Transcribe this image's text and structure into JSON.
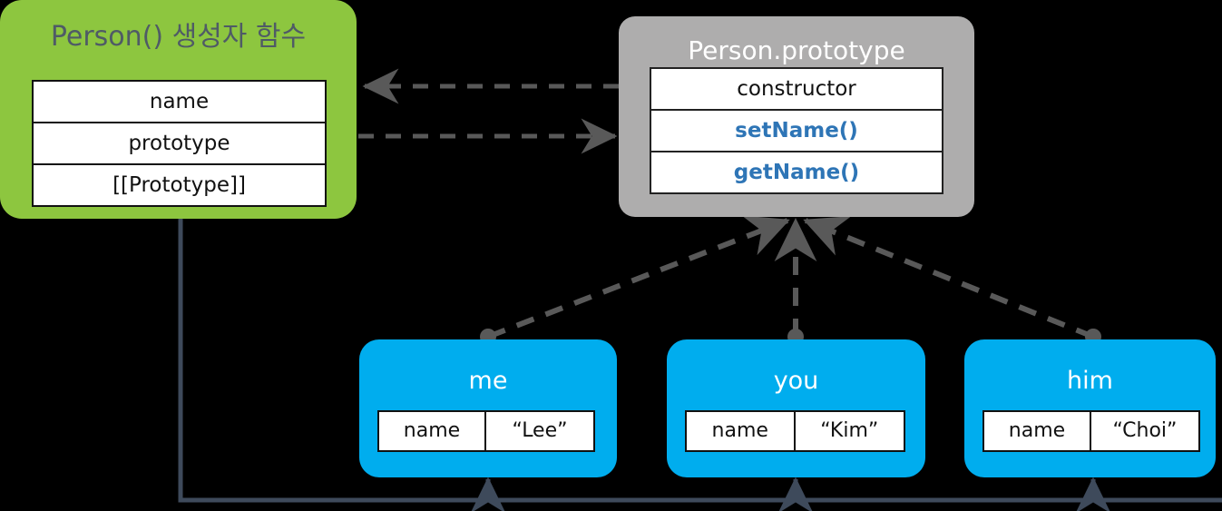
{
  "diagram": {
    "title_semantic": "javascript-prototype-chain-diagram",
    "colors": {
      "constructor_fill": "#8DC63F",
      "prototype_fill": "#AEADAD",
      "instance_fill": "#00ADEE",
      "method_text": "#2E75B6",
      "constructor_title_text": "#4F5B66",
      "prototype_title_text": "#FFFFFF",
      "instance_title_text": "#FFFFFF",
      "dashed_link": "#595959",
      "solid_link": "#3E4A5B",
      "background": "#000000"
    }
  },
  "constructor_node": {
    "title": "Person() 생성자 함수",
    "properties": [
      {
        "label": "name"
      },
      {
        "label": "prototype"
      },
      {
        "label": "[[Prototype]]"
      }
    ]
  },
  "prototype_node": {
    "title": "Person.prototype",
    "members": [
      {
        "label": "constructor",
        "kind": "property"
      },
      {
        "label": "setName()",
        "kind": "method"
      },
      {
        "label": "getName()",
        "kind": "method"
      }
    ]
  },
  "instances": [
    {
      "title": "me",
      "property_key": "name",
      "property_value": "“Lee”"
    },
    {
      "title": "you",
      "property_key": "name",
      "property_value": "“Kim”"
    },
    {
      "title": "him",
      "property_key": "name",
      "property_value": "“Choi”"
    }
  ],
  "links": [
    {
      "name": "prototype-to-constructor-dashed-arrow",
      "from": "prototype.constructor",
      "to": "constructor-node",
      "style": "dashed"
    },
    {
      "name": "constructor-prototype-to-prototype-dashed-arrow",
      "from": "constructor.prototype",
      "to": "prototype-node",
      "style": "dashed"
    },
    {
      "name": "me-to-prototype-dashed-arrow",
      "from": "instance.me",
      "to": "prototype-node",
      "style": "dashed"
    },
    {
      "name": "you-to-prototype-dashed-arrow",
      "from": "instance.you",
      "to": "prototype-node",
      "style": "dashed"
    },
    {
      "name": "him-to-prototype-dashed-arrow",
      "from": "instance.him",
      "to": "prototype-node",
      "style": "dashed"
    },
    {
      "name": "constructor-to-instances-solid-arrows",
      "from": "constructor-node",
      "to": "instances",
      "style": "solid"
    }
  ]
}
